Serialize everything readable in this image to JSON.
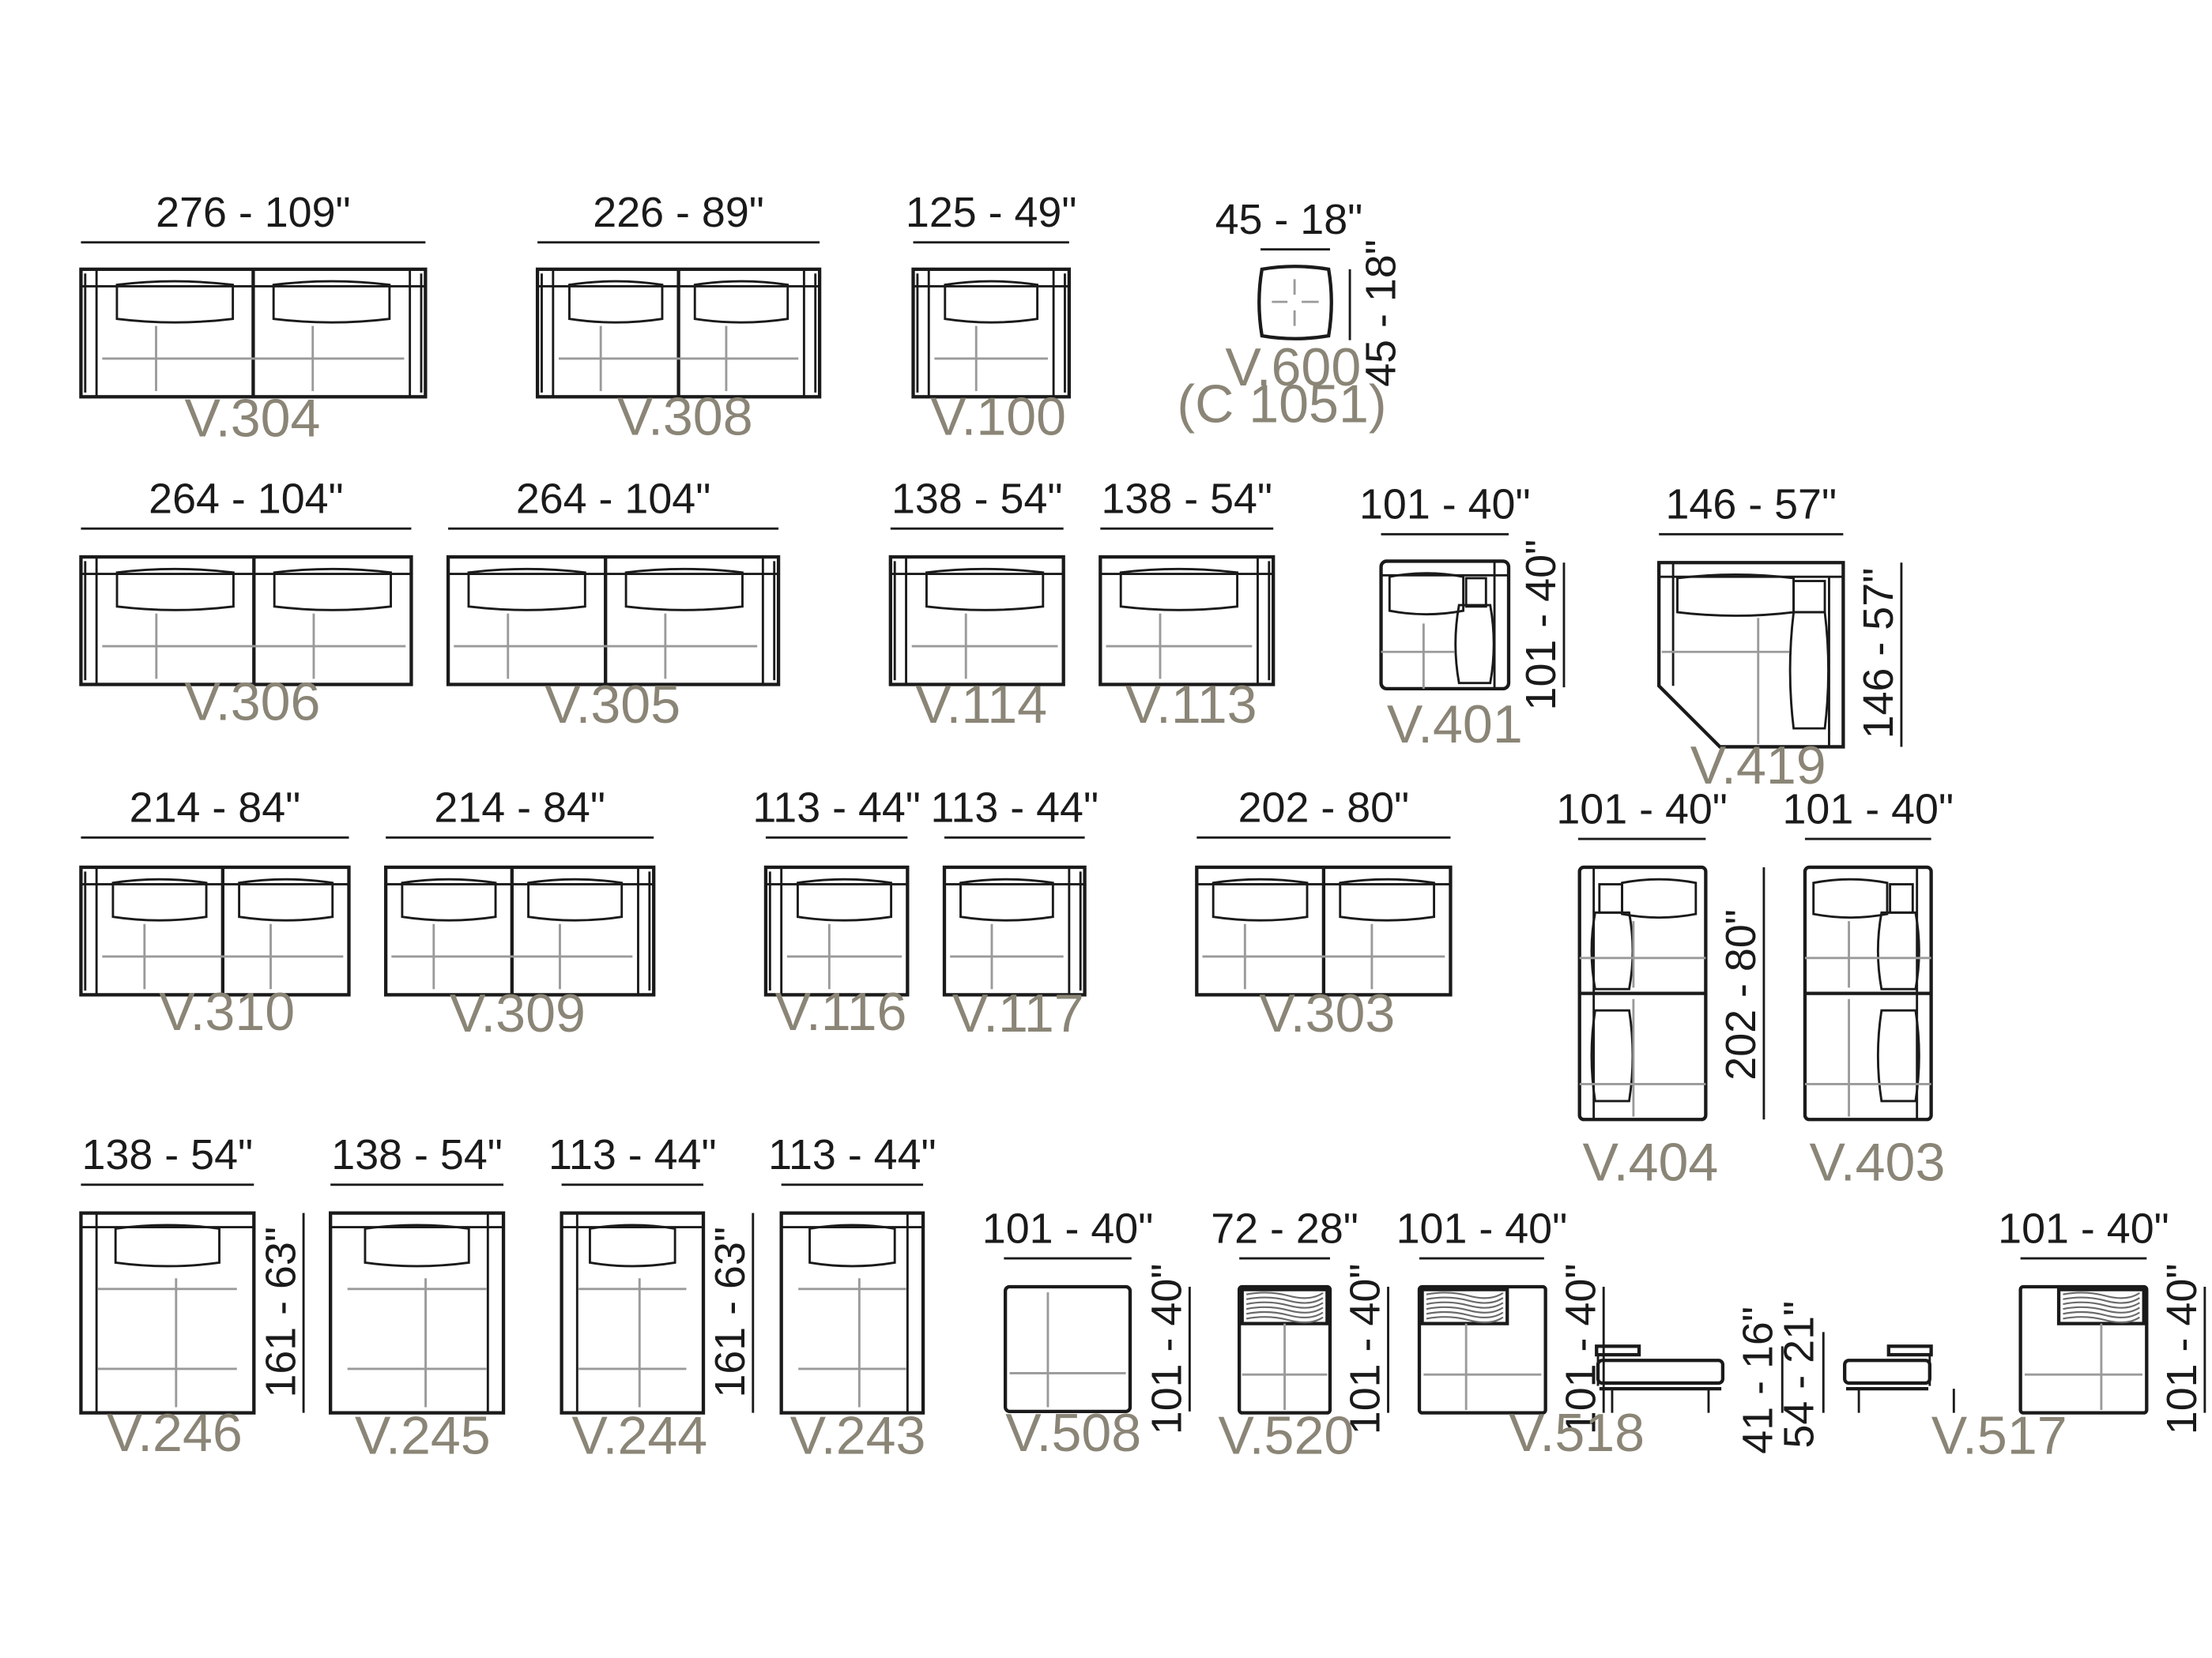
{
  "colors": {
    "line": "#1a1a1a",
    "seam": "#9a9a9a",
    "code": "#8a8576"
  },
  "modules": [
    {
      "id": "v304",
      "code": "V.304",
      "width_label": "276 - 109\""
    },
    {
      "id": "v308",
      "code": "V.308",
      "width_label": "226 - 89\""
    },
    {
      "id": "v100",
      "code": "V.100",
      "width_label": "125 - 49\""
    },
    {
      "id": "v600",
      "code": "V.600",
      "code_note": "(C 1051)",
      "width_label": "45 - 18\"",
      "depth_label": "45 - 18\""
    },
    {
      "id": "v306",
      "code": "V.306",
      "width_label": "264 - 104\""
    },
    {
      "id": "v305",
      "code": "V.305",
      "width_label": "264 - 104\""
    },
    {
      "id": "v114",
      "code": "V.114",
      "width_label": "138 - 54\""
    },
    {
      "id": "v113",
      "code": "V.113",
      "width_label": "138 - 54\""
    },
    {
      "id": "v401",
      "code": "V.401",
      "width_label": "101 - 40\"",
      "depth_label": "101 - 40\""
    },
    {
      "id": "v419",
      "code": "V.419",
      "width_label": "146 - 57\"",
      "depth_label": "146 - 57\""
    },
    {
      "id": "v310",
      "code": "V.310",
      "width_label": "214 - 84\""
    },
    {
      "id": "v309",
      "code": "V.309",
      "width_label": "214 - 84\""
    },
    {
      "id": "v116",
      "code": "V.116",
      "width_label": "113 - 44\""
    },
    {
      "id": "v117",
      "code": "V.117",
      "width_label": "113 - 44\""
    },
    {
      "id": "v303",
      "code": "V.303",
      "width_label": "202 - 80\""
    },
    {
      "id": "v404",
      "code": "V.404",
      "width_label": "101 - 40\"",
      "depth_label": "202 - 80\""
    },
    {
      "id": "v403",
      "code": "V.403",
      "width_label": "101 - 40\""
    },
    {
      "id": "v246",
      "code": "V.246",
      "width_label": "138 - 54\"",
      "depth_label": "161 - 63\""
    },
    {
      "id": "v245",
      "code": "V.245",
      "width_label": "138 - 54\""
    },
    {
      "id": "v244",
      "code": "V.244",
      "width_label": "113 - 44\"",
      "depth_label": "161 - 63\""
    },
    {
      "id": "v243",
      "code": "V.243",
      "width_label": "113 - 44\""
    },
    {
      "id": "v508",
      "code": "V.508",
      "width_label": "101 - 40\"",
      "depth_label": "101 - 40\""
    },
    {
      "id": "v520",
      "code": "V.520",
      "width_label": "72 - 28\"",
      "depth_label": "101 - 40\""
    },
    {
      "id": "v518",
      "code": "V.518",
      "width_label": "101 - 40\"",
      "depth_label": "101 - 40\"",
      "height_label": "41 - 16\"",
      "height2_label": "54 - 21\""
    },
    {
      "id": "v517",
      "code": "V.517",
      "width_label": "101 - 40\"",
      "depth_label": "101 - 40\""
    }
  ]
}
